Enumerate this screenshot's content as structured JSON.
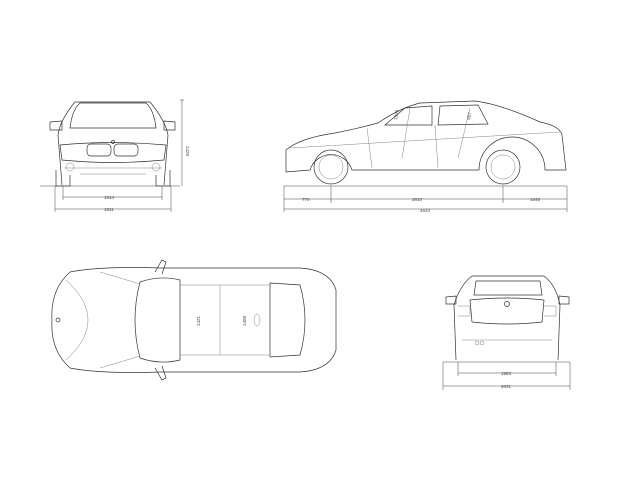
{
  "front_view": {
    "track_front": "1544",
    "width": "1811",
    "height": "1429"
  },
  "side_view": {
    "front_overhang": "770",
    "wheelbase": "2810",
    "rear_overhang": "1046",
    "length": "4633",
    "front_headroom": "1023",
    "rear_headroom": "957"
  },
  "top_view": {
    "front_shoulder": "1421",
    "rear_shoulder": "1458"
  },
  "rear_view": {
    "track_rear": "1583",
    "width_mirrors": "2031"
  }
}
